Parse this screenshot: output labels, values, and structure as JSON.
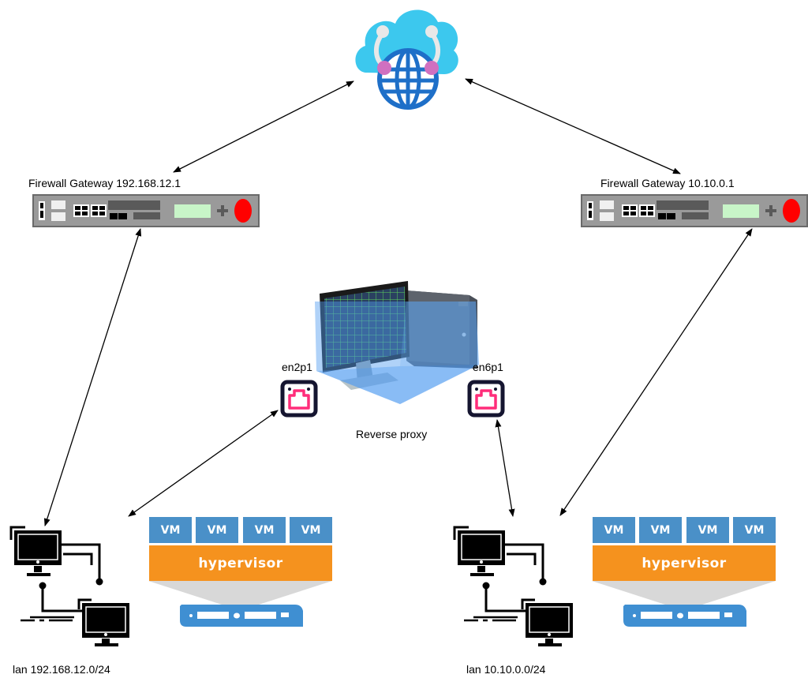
{
  "diagram": {
    "cloud": {
      "icon": "cloud-globe-icon",
      "colors": {
        "cloud": "#3cc8ee",
        "globe": "#1e6fc8",
        "connector": "#d070c0"
      }
    },
    "gateways": [
      {
        "label": "Firewall Gateway 192.168.12.1",
        "icon": "firewall-appliance-icon"
      },
      {
        "label": "Firewall Gateway 10.10.0.1",
        "icon": "firewall-appliance-icon"
      }
    ],
    "proxy": {
      "label": "Reverse proxy",
      "icon": "workstation-icon",
      "interfaces": [
        {
          "label": "en2p1",
          "icon": "ethernet-port-icon"
        },
        {
          "label": "en6p1",
          "icon": "ethernet-port-icon"
        }
      ]
    },
    "lans": [
      {
        "label": "lan 192.168.12.0/24",
        "icon": "networked-computers-icon",
        "hypervisor": {
          "label": "hypervisor",
          "vms": [
            "VM",
            "VM",
            "VM",
            "VM"
          ]
        }
      },
      {
        "label": "lan 10.10.0.0/24",
        "icon": "networked-computers-icon",
        "hypervisor": {
          "label": "hypervisor",
          "vms": [
            "VM",
            "VM",
            "VM",
            "VM"
          ]
        }
      }
    ],
    "colors": {
      "vm": "#4a90c8",
      "hypervisor": "#f5921e",
      "server": "#3f8fd2",
      "firewall_led": "#ff0000",
      "firewall_display": "#c8f5c8",
      "port": "#ff2d7a"
    },
    "connections": [
      {
        "from": "cloud",
        "to": "gateway-1"
      },
      {
        "from": "cloud",
        "to": "gateway-2"
      },
      {
        "from": "gateway-1",
        "to": "lan-1"
      },
      {
        "from": "gateway-2",
        "to": "lan-2"
      },
      {
        "from": "en2p1",
        "to": "lan-1"
      },
      {
        "from": "en6p1",
        "to": "lan-2"
      }
    ]
  }
}
